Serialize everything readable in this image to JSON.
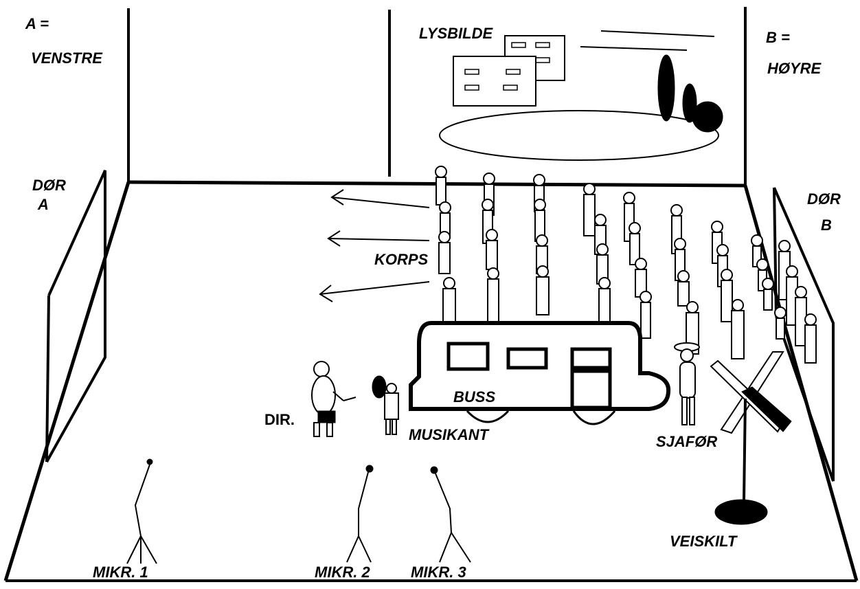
{
  "labels": {
    "left_side": "A =",
    "left_side_name": "VENSTRE",
    "right_side": "B =",
    "right_side_name": "HØYRE",
    "slide": "LYSBILDE",
    "door_a_1": "DØR",
    "door_a_2": "A",
    "door_b_1": "DØR",
    "door_b_2": "B",
    "band": "KORPS",
    "bus": "BUSS",
    "conductor": "DIR.",
    "musician": "MUSIKANT",
    "driver": "SJAFØR",
    "road_sign": "VEISKILT",
    "mic1": "MIKR. 1",
    "mic2": "MIKR. 2",
    "mic3": "MIKR. 3"
  },
  "colors": {
    "ink": "#000000",
    "paper": "#ffffff"
  }
}
